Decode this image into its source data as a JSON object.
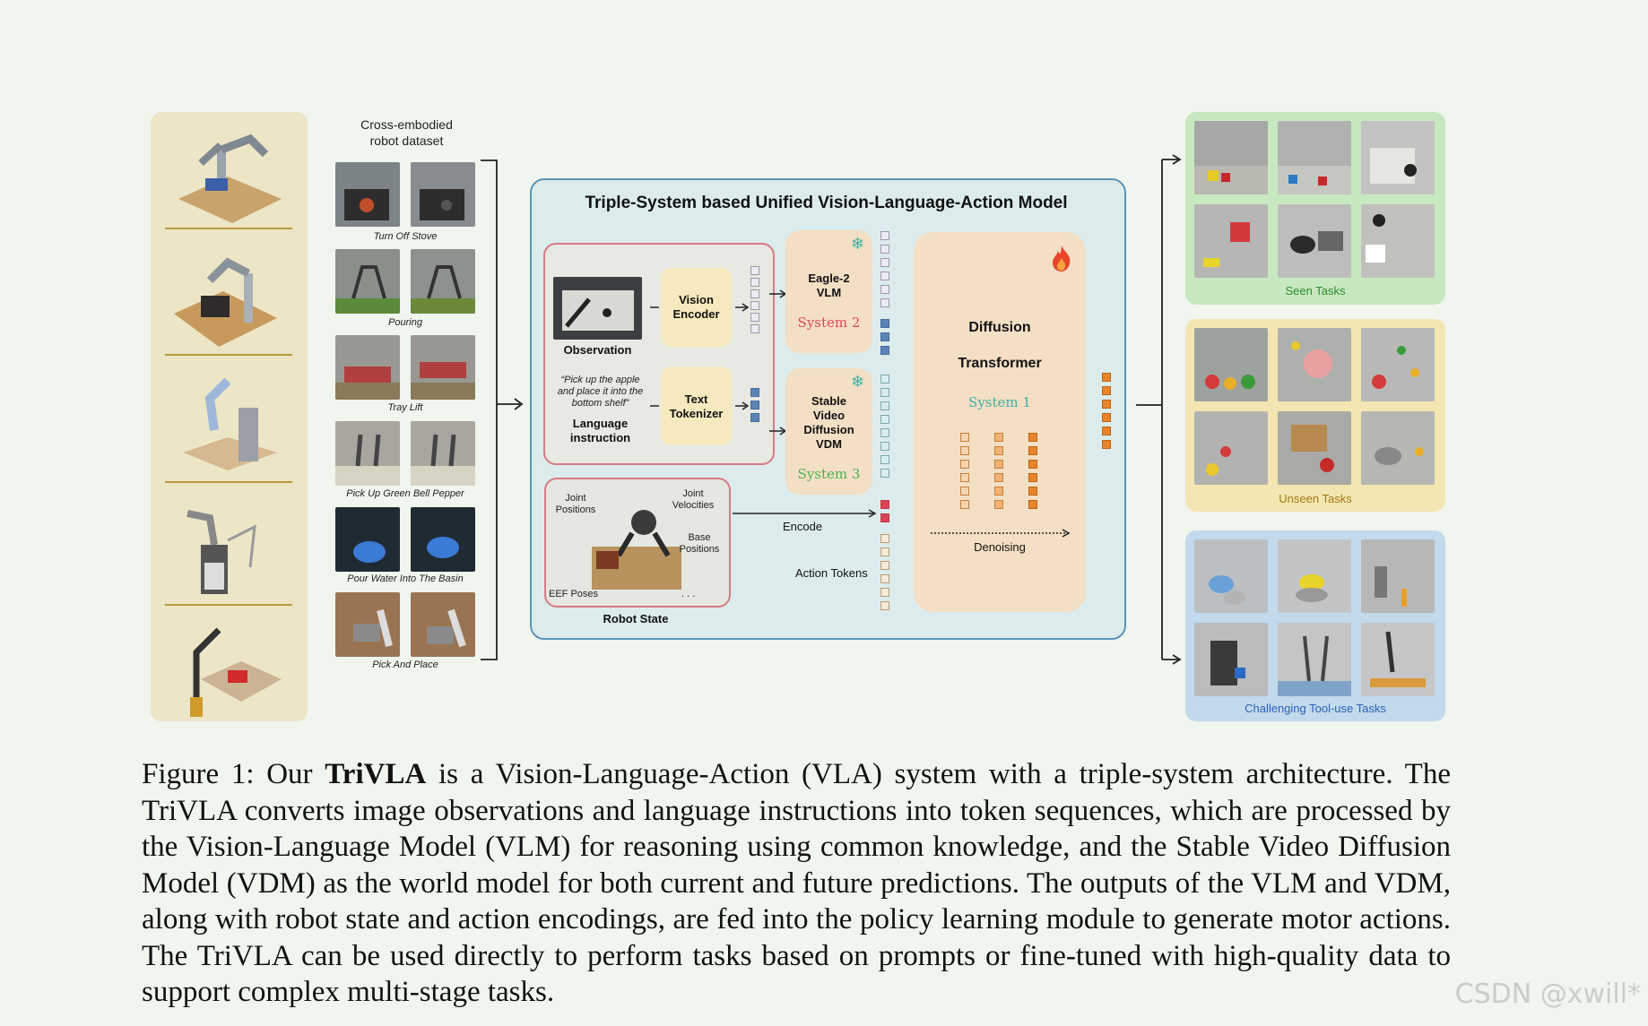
{
  "dataset": {
    "title_line1": "Cross-embodied",
    "title_line2": "robot dataset",
    "tasks": [
      "Turn Off Stove",
      "Pouring",
      "Tray Lift",
      "Pick Up Green Bell Pepper",
      "Pour Water Into The Basin",
      "Pick And Place"
    ]
  },
  "model": {
    "title": "Triple-System based Unified Vision-Language-Action Model",
    "observation_label": "Observation",
    "vision_encoder_line1": "Vision",
    "vision_encoder_line2": "Encoder",
    "instruction_line1": "“Pick up the apple",
    "instruction_line2": "and place it into the",
    "instruction_line3": "bottom shelf”",
    "language_line1": "Language",
    "language_line2": "instruction",
    "text_tokenizer_line1": "Text",
    "text_tokenizer_line2": "Tokenizer",
    "vlm_line1": "Eagle-2",
    "vlm_line2": "VLM",
    "system2": "System 2",
    "vdm_line1": "Stable",
    "vdm_line2": "Video",
    "vdm_line3": "Diffusion",
    "vdm_line4": "VDM",
    "system3": "System 3",
    "dt_line1": "Diffusion",
    "dt_line2": "Transformer",
    "system1": "System 1",
    "denoising": "Denoising",
    "joint_positions_line1": "Joint",
    "joint_positions_line2": "Positions",
    "joint_velocities_line1": "Joint",
    "joint_velocities_line2": "Velocities",
    "base_positions_line1": "Base",
    "base_positions_line2": "Positions",
    "eef_poses": "EEF Poses",
    "ellipsis": ". . .",
    "robot_state": "Robot State",
    "encode": "Encode",
    "action_tokens": "Action Tokens"
  },
  "tasks": {
    "seen": "Seen Tasks",
    "unseen": "Unseen Tasks",
    "challenging": "Challenging Tool-use Tasks"
  },
  "caption": {
    "prefix": "Figure 1: Our ",
    "bold": "TriVLA",
    "rest": " is a Vision-Language-Action (VLA) system with a triple-system architecture. The TriVLA converts image observations and language instructions into token sequences, which are processed by the Vision-Language Model (VLM) for reasoning using common knowledge, and the Stable Video Diffusion Model (VDM) as the world model for both current and future predictions. The outputs of the VLM and VDM, along with robot state and action encodings, are fed into the policy learning module to generate motor actions. The TriVLA can be used directly to perform tasks based on prompts or fine-tuned with high-quality data to support complex multi-stage tasks."
  },
  "watermark": "CSDN @xwill*",
  "colors": {
    "system2": "#e04a57",
    "system3": "#4caf50",
    "system1": "#3bb3a6",
    "seen_bg": "#c7e8c0",
    "unseen_bg": "#f3e6b2",
    "challenging_bg": "#c3d9ec"
  }
}
